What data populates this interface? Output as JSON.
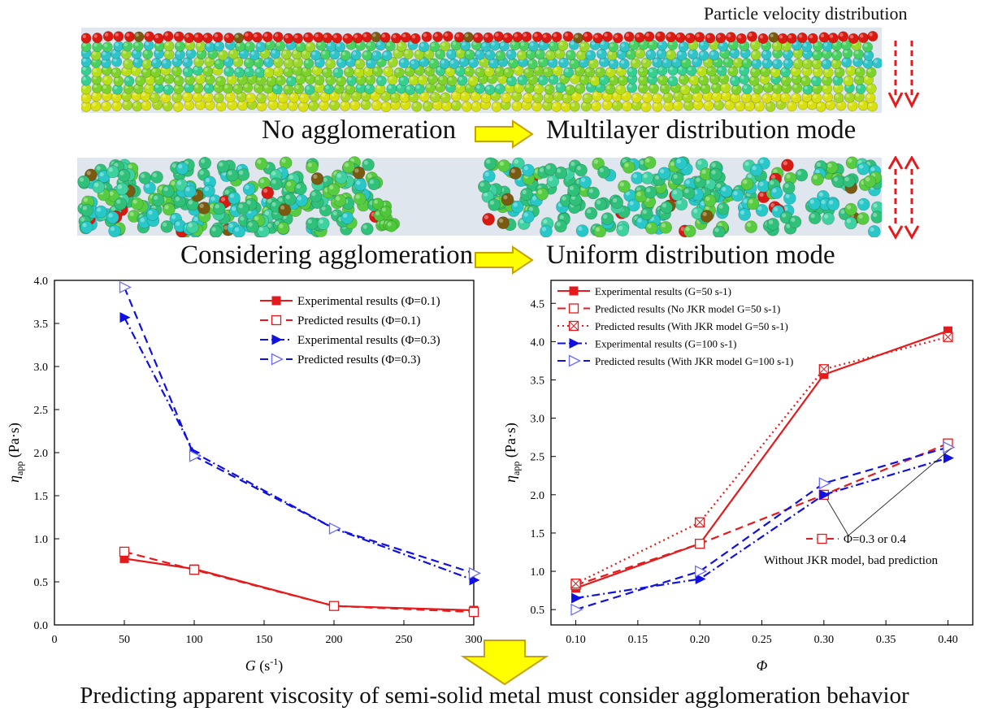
{
  "header": {
    "velocity_label": "Particle velocity distribution"
  },
  "rows": [
    {
      "left": "No agglomeration",
      "right": "Multilayer distribution mode"
    },
    {
      "left": "Considering agglomeration",
      "right": "Uniform distribution mode"
    }
  ],
  "conclusion": "Predicting apparent viscosity of semi-solid metal must consider agglomeration behavior",
  "colors": {
    "red": "#e41a1c",
    "blue": "#1010e0",
    "light_blue": "#7070ff",
    "yellow_arrow": "#ffff00"
  },
  "chart_data": [
    {
      "type": "line",
      "xlabel": "G (s-1)",
      "ylabel": "ηapp (Pa·s)",
      "xlim": [
        0,
        300
      ],
      "ylim": [
        0,
        4.0
      ],
      "xticks": [
        "0",
        "50",
        "100",
        "150",
        "200",
        "250",
        "300"
      ],
      "yticks": [
        "0.0",
        "0.5",
        "1.0",
        "1.5",
        "2.0",
        "2.5",
        "3.0",
        "3.5",
        "4.0"
      ],
      "legend_position": "top-right",
      "series": [
        {
          "name": "Experimental results (Φ=0.1)",
          "x": [
            50,
            100,
            200,
            300
          ],
          "values": [
            0.77,
            0.65,
            0.22,
            0.17
          ],
          "color": "#e41a1c",
          "style": "solid",
          "marker": "filled-square"
        },
        {
          "name": "Predicted results (Φ=0.1)",
          "x": [
            50,
            100,
            200,
            300
          ],
          "values": [
            0.85,
            0.64,
            0.22,
            0.15
          ],
          "color": "#e41a1c",
          "style": "dashed",
          "marker": "open-square"
        },
        {
          "name": "Experimental results (Φ=0.3)",
          "x": [
            50,
            100,
            200,
            300
          ],
          "values": [
            3.57,
            2.0,
            1.12,
            0.52
          ],
          "color": "#1010e0",
          "style": "dashdot",
          "marker": "filled-triangle"
        },
        {
          "name": "Predicted results (Φ=0.3)",
          "x": [
            50,
            100,
            200,
            300
          ],
          "values": [
            3.92,
            1.96,
            1.12,
            0.6
          ],
          "color": "#1010e0",
          "style": "dashed",
          "marker": "open-triangle"
        }
      ]
    },
    {
      "type": "line",
      "xlabel": "Φ",
      "ylabel": "ηapp (Pa·s)",
      "xlim": [
        0.08,
        0.42
      ],
      "ylim": [
        0.3,
        4.8
      ],
      "xticks": [
        "0.10",
        "0.15",
        "0.20",
        "0.25",
        "0.30",
        "0.35",
        "0.40"
      ],
      "yticks": [
        "0.5",
        "1.0",
        "1.5",
        "2.0",
        "2.5",
        "3.0",
        "3.5",
        "4.0",
        "4.5"
      ],
      "legend_position": "top-left",
      "series": [
        {
          "name": "Experimental results (G=50 s-1)",
          "x": [
            0.1,
            0.2,
            0.3,
            0.4
          ],
          "values": [
            0.78,
            1.36,
            3.57,
            4.14
          ],
          "color": "#e41a1c",
          "style": "solid",
          "marker": "filled-square"
        },
        {
          "name": "Predicted results (No JKR model G=50 s-1)",
          "x": [
            0.1,
            0.2,
            0.3,
            0.4
          ],
          "values": [
            0.82,
            1.36,
            2.0,
            2.67
          ],
          "color": "#e41a1c",
          "style": "dashed",
          "marker": "open-square"
        },
        {
          "name": "Predicted results (With JKR model G=50 s-1)",
          "x": [
            0.1,
            0.2,
            0.3,
            0.4
          ],
          "values": [
            0.84,
            1.64,
            3.64,
            4.06
          ],
          "color": "#e41a1c",
          "style": "dotted",
          "marker": "open-square-x"
        },
        {
          "name": "Experimental results (G=100 s-1)",
          "x": [
            0.1,
            0.2,
            0.3,
            0.4
          ],
          "values": [
            0.65,
            0.9,
            2.0,
            2.48
          ],
          "color": "#1010e0",
          "style": "dashdot",
          "marker": "filled-triangle"
        },
        {
          "name": "Predicted results (With JKR model G=100 s-1)",
          "x": [
            0.1,
            0.2,
            0.3,
            0.4
          ],
          "values": [
            0.5,
            1.0,
            2.15,
            2.62
          ],
          "color": "#1010e0",
          "style": "dashed",
          "marker": "open-triangle"
        }
      ],
      "annotation": {
        "line1": "Φ=0.3 or 0.4",
        "line2": "Without JKR model, bad prediction",
        "points": [
          [
            0.3,
            2.0
          ],
          [
            0.4,
            2.67
          ]
        ]
      }
    }
  ]
}
